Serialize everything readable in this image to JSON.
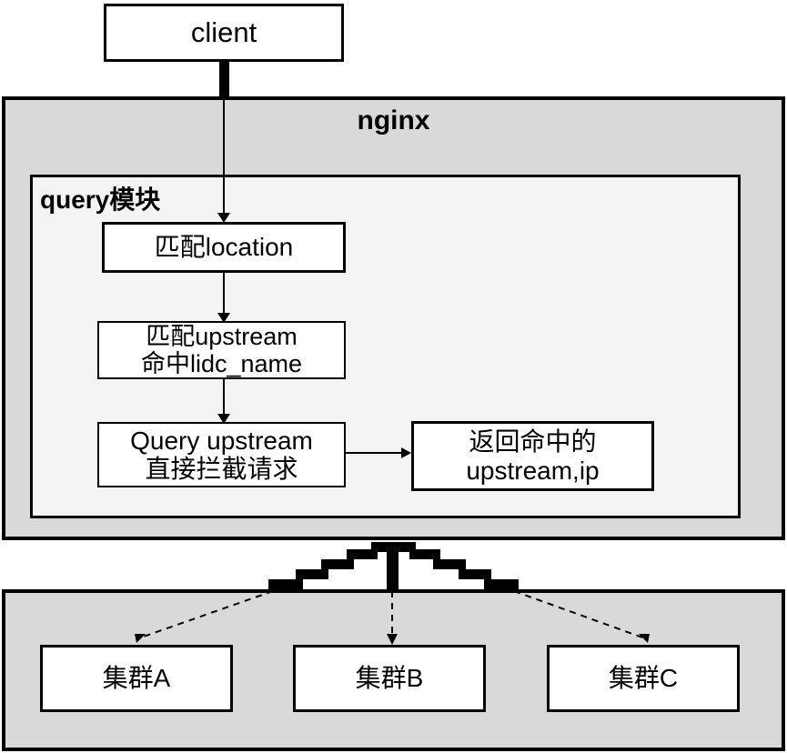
{
  "diagram": {
    "title_boxes": {
      "client": "client",
      "nginx": "nginx",
      "query_module": "query模块"
    },
    "flow_boxes": [
      {
        "id": "match-location",
        "label": "匹配location"
      },
      {
        "id": "match-upstream",
        "line1": "匹配upstream",
        "line2": "命中lidc_name"
      },
      {
        "id": "query-upstream",
        "line1": "Query upstream",
        "line2": "直接拦截请求"
      },
      {
        "id": "return-hit",
        "line1": "返回命中的",
        "line2": "upstream,ip"
      }
    ],
    "clusters": [
      {
        "id": "cluster-a",
        "label": "集群A"
      },
      {
        "id": "cluster-b",
        "label": "集群B"
      },
      {
        "id": "cluster-c",
        "label": "集群C"
      }
    ],
    "colors": {
      "panel_gray": "#d9d9d9",
      "inner_panel": "#f4f4f4",
      "box_fill": "#ffffff",
      "stroke": "#000000"
    }
  }
}
